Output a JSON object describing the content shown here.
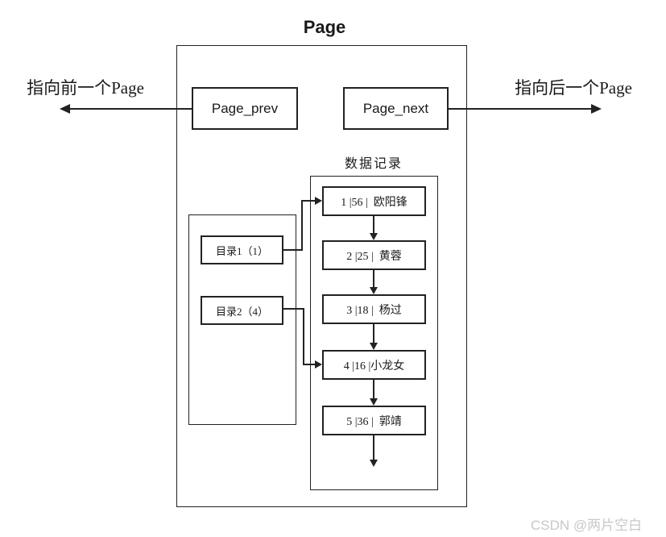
{
  "title": "Page",
  "annotations": {
    "prev": "指向前一个Page",
    "next": "指向后一个Page"
  },
  "page_box": {
    "prev_label": "Page_prev",
    "next_label": "Page_next"
  },
  "records": {
    "heading": "数据记录",
    "items": [
      "1 |56 |  欧阳锋",
      "2 |25 |  黄蓉",
      "3 |18 |  杨过",
      "4 |16 |小龙女",
      "5 |36 |  郭靖"
    ]
  },
  "directory": {
    "items": [
      "目录1（1）",
      "目录2（4）"
    ]
  },
  "watermark": "CSDN @两片空白",
  "colors": {
    "line": "#222222",
    "watermark": "#c8c8c8",
    "background": "#ffffff"
  }
}
